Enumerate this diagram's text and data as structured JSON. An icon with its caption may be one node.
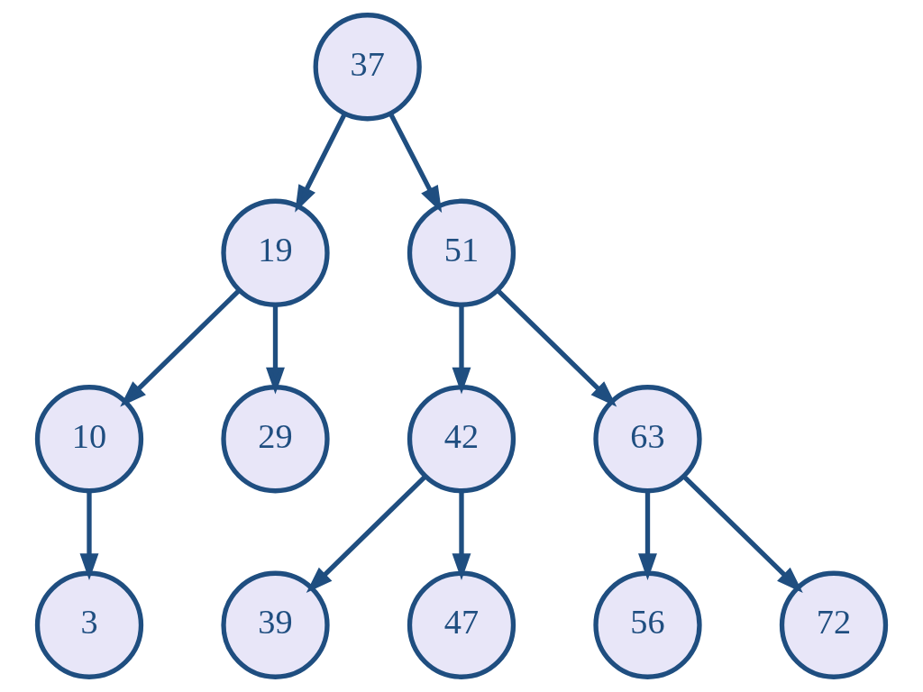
{
  "diagram": {
    "nodes": [
      {
        "text": [
          "37"
        ]
      },
      {
        "text": [
          "19"
        ]
      },
      {
        "text": [
          "51"
        ]
      },
      {
        "text": [
          "10"
        ]
      },
      {
        "text": [
          "29"
        ]
      },
      {
        "text": [
          "42"
        ]
      },
      {
        "text": [
          "63"
        ]
      },
      {
        "text": [
          "3"
        ]
      },
      {
        "text": [
          "39"
        ]
      },
      {
        "text": [
          "47"
        ]
      },
      {
        "text": [
          "56"
        ]
      },
      {
        "text": [
          "72"
        ]
      }
    ],
    "edges": [
      {
        "from": 0,
        "to": 1,
        "arrow": "to"
      },
      {
        "from": 0,
        "to": 2,
        "arrow": "to"
      },
      {
        "from": 1,
        "to": 3,
        "arrow": "to"
      },
      {
        "from": 1,
        "to": 4,
        "arrow": "to"
      },
      {
        "from": 3,
        "to": 7,
        "arrow": "to"
      },
      {
        "from": 2,
        "to": 5,
        "arrow": "to"
      },
      {
        "from": 2,
        "to": 6,
        "arrow": "to"
      },
      {
        "from": 5,
        "to": 8,
        "arrow": "to"
      },
      {
        "from": 5,
        "to": 9,
        "arrow": "to"
      },
      {
        "from": 6,
        "to": 10,
        "arrow": "to"
      },
      {
        "from": 6,
        "to": 11,
        "arrow": "to"
      }
    ]
  }
}
